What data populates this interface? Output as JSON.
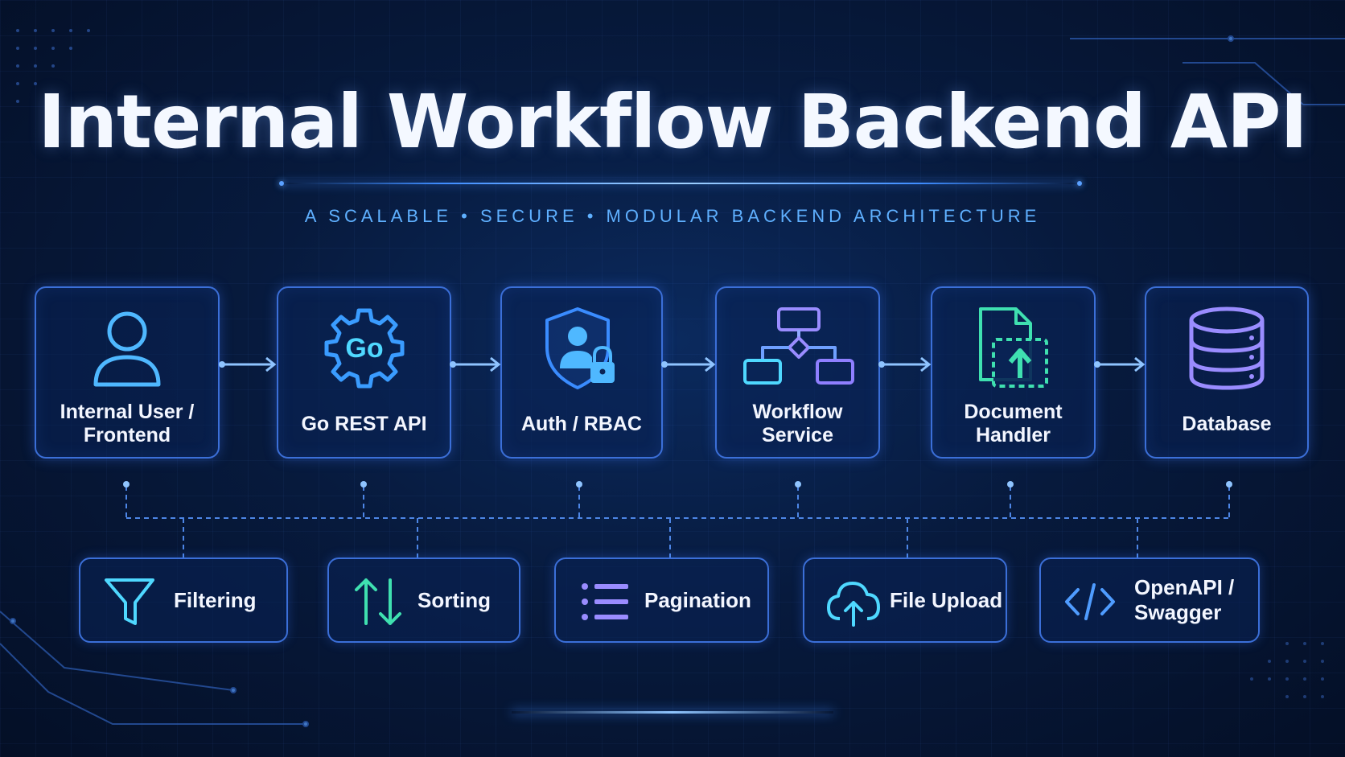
{
  "title": "Internal Workflow Backend API",
  "subtitle": "A SCALABLE  •  SECURE  •  MODULAR BACKEND ARCHITECTURE",
  "pipeline": [
    {
      "label": "Internal User / Frontend",
      "icon": "user-icon"
    },
    {
      "label": "Go REST API",
      "icon": "go-gear-icon",
      "icon_text": "Go"
    },
    {
      "label": "Auth / RBAC",
      "icon": "shield-lock-icon"
    },
    {
      "label": "Workflow Service",
      "icon": "workflow-icon"
    },
    {
      "label": "Document Handler",
      "icon": "document-upload-icon"
    },
    {
      "label": "Database",
      "icon": "database-icon"
    }
  ],
  "features": [
    {
      "label": "Filtering",
      "icon": "filter-icon"
    },
    {
      "label": "Sorting",
      "icon": "sort-arrows-icon"
    },
    {
      "label": "Pagination",
      "icon": "list-icon"
    },
    {
      "label": "File Upload",
      "icon": "cloud-upload-icon"
    },
    {
      "label": "OpenAPI / Swagger",
      "icon": "code-icon"
    }
  ],
  "colors": {
    "background": "#071a3d",
    "card_border": "#3b6fd8",
    "accent_blue": "#5aa0ff",
    "accent_cyan": "#4fd8ff",
    "accent_green": "#3fe0b0",
    "accent_purple": "#9a8cff"
  }
}
